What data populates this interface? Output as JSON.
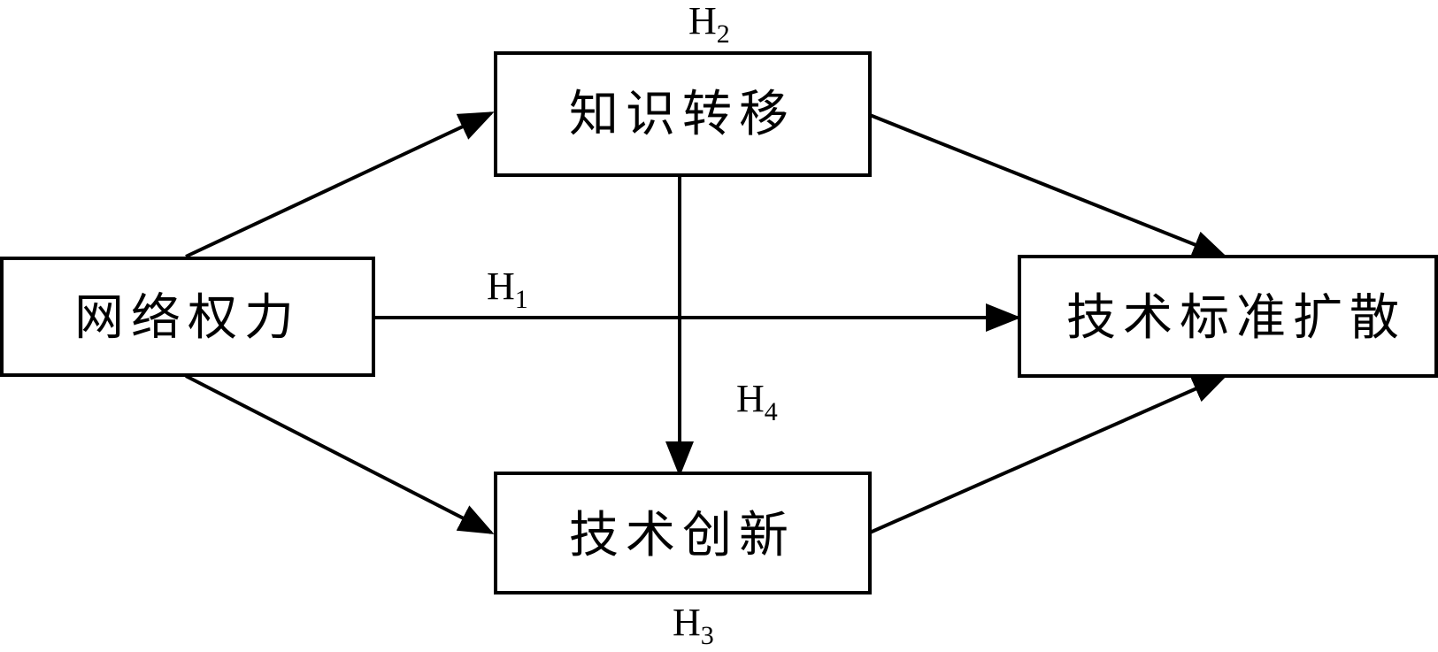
{
  "nodes": {
    "network_power": {
      "label": "网络权力"
    },
    "knowledge_transfer": {
      "label": "知识转移"
    },
    "tech_innovation": {
      "label": "技术创新"
    },
    "tech_standard_diffusion": {
      "label": "技术标准扩散"
    }
  },
  "hypotheses": {
    "h1": {
      "main": "H",
      "sub": "1"
    },
    "h2": {
      "main": "H",
      "sub": "2"
    },
    "h3": {
      "main": "H",
      "sub": "3"
    },
    "h4": {
      "main": "H",
      "sub": "4"
    }
  },
  "colors": {
    "stroke": "#000000",
    "background": "#ffffff"
  }
}
